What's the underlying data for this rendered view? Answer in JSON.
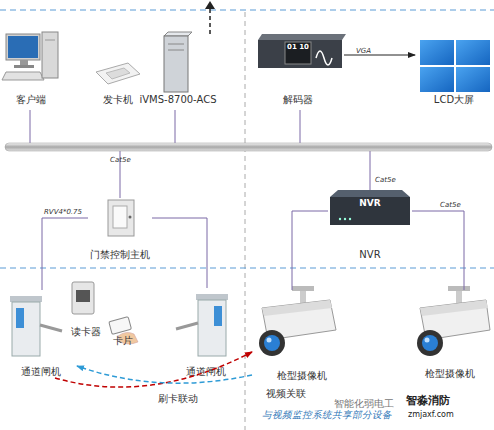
{
  "diagram": {
    "nodes": [
      {
        "text": [
          "客户端"
        ]
      },
      {
        "text": [
          "发卡机"
        ]
      },
      {
        "text": [
          "iVMS-8700-ACS"
        ]
      },
      {
        "text": [
          "01 10",
          "解码器"
        ]
      },
      {
        "text": [
          "LCD大屏"
        ]
      },
      {
        "text": [
          "门禁控制主机"
        ]
      },
      {
        "text": [
          "NVR",
          "NVR"
        ]
      },
      {
        "text": [
          "通道闸机"
        ]
      },
      {
        "text": [
          "读卡器"
        ]
      },
      {
        "text": [
          "卡片"
        ]
      },
      {
        "text": [
          "通道闸机"
        ]
      },
      {
        "text": [
          "枪型摄像机"
        ]
      },
      {
        "text": [
          "枪型摄像机"
        ]
      }
    ],
    "edges": [
      {
        "from": 3,
        "to": 4,
        "arrow": "to",
        "label": "VGA"
      },
      {
        "from": 5,
        "to": 7,
        "arrow": "none",
        "label": "RVV4*0.75"
      },
      {
        "from": 5,
        "to": 10,
        "arrow": "none"
      },
      {
        "from": 6,
        "to": 11,
        "arrow": "none"
      },
      {
        "from": 6,
        "to": 12,
        "arrow": "none",
        "label": "Cat5e"
      },
      {
        "from": 7,
        "to": 11,
        "arrow": "to",
        "label": "刷卡联动"
      },
      {
        "from": 11,
        "to": 7,
        "arrow": "to",
        "label": "视频关联"
      }
    ],
    "labels": [
      "Cat5e",
      "Cat5e",
      "与视频监控系统共享部分设备",
      "智能化弱电工",
      "智淼消防",
      "zmjaxf.com"
    ]
  }
}
